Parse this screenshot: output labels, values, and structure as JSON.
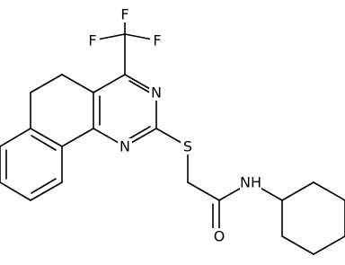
{
  "molecule": {
    "atoms": [
      {
        "id": "F1",
        "label": "F"
      },
      {
        "id": "F2",
        "label": "F"
      },
      {
        "id": "F3",
        "label": "F"
      },
      {
        "id": "N3",
        "label": "N"
      },
      {
        "id": "N1",
        "label": "N"
      },
      {
        "id": "S",
        "label": "S"
      },
      {
        "id": "NH",
        "label": "NH"
      },
      {
        "id": "O",
        "label": "O"
      }
    ]
  }
}
